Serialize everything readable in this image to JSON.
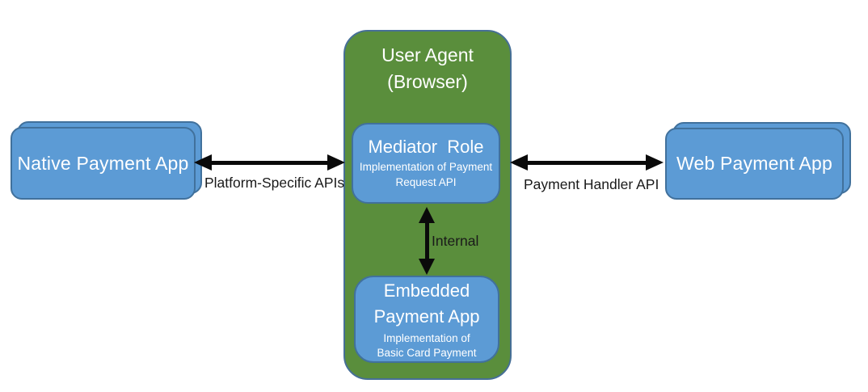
{
  "nodes": {
    "native_app": {
      "label": "Native Payment App"
    },
    "user_agent": {
      "line1": "User Agent",
      "line2": "(Browser)"
    },
    "mediator": {
      "title": "Mediator  Role",
      "subtitle": "Implementation of Payment Request API"
    },
    "embedded_app": {
      "title_line1": "Embedded",
      "title_line2": "Payment App",
      "subtitle_line1": "Implementation of",
      "subtitle_line2": "Basic Card Payment"
    },
    "web_app": {
      "label": "Web Payment App"
    }
  },
  "edges": {
    "native_to_mediator": {
      "label": "Platform-Specific APIs",
      "style": "double-headed-arrow"
    },
    "mediator_to_web": {
      "label": "Payment Handler API",
      "style": "double-headed-arrow"
    },
    "mediator_to_embedded": {
      "label": "Internal",
      "style": "double-headed-arrow"
    }
  },
  "colors": {
    "node_fill_blue": "#5C9BD5",
    "node_border_blue": "#41719C",
    "container_fill_green": "#5A8E3C",
    "container_border_blue": "#466F96",
    "arrow_black": "#0A0A0A",
    "node_text": "#FFFFFF",
    "edge_label_text": "#1A1A1A"
  }
}
